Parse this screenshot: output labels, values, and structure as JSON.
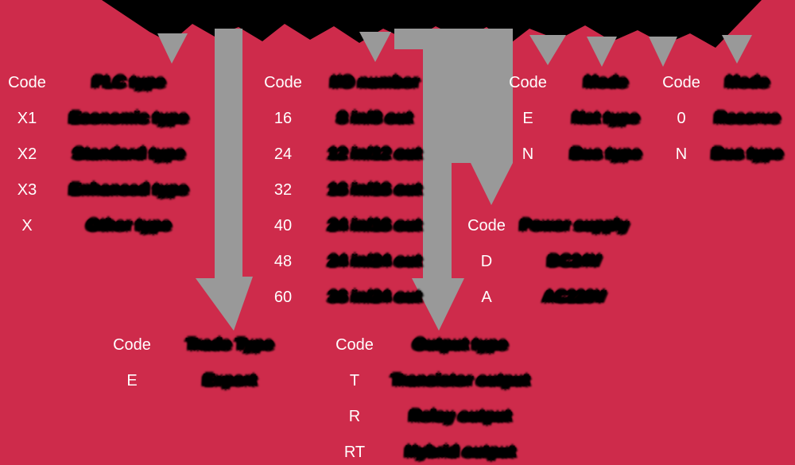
{
  "palette": {
    "background": "#CE2B4B",
    "arrow": "#999999",
    "label_text": "#FFFFFF",
    "description_text": "#000000"
  },
  "tables": {
    "series": {
      "code_header": "Code",
      "desc_header": "PLC type",
      "rows": [
        {
          "code": "X1",
          "desc": "Economic type"
        },
        {
          "code": "X2",
          "desc": "Standard type"
        },
        {
          "code": "X3",
          "desc": "Enhanced type"
        },
        {
          "code": "X",
          "desc": "Other type"
        }
      ]
    },
    "io": {
      "code_header": "Code",
      "desc_header": "I/O number",
      "rows": [
        {
          "code": "16",
          "desc": "8 in/8 out"
        },
        {
          "code": "24",
          "desc": "12 in/12 out"
        },
        {
          "code": "32",
          "desc": "16 in/16 out"
        },
        {
          "code": "40",
          "desc": "24 in/16 out"
        },
        {
          "code": "48",
          "desc": "24 in/24 out"
        },
        {
          "code": "60",
          "desc": "36 in/24 out"
        }
      ]
    },
    "mode_left": {
      "code_header": "Code",
      "desc_header": "Mode",
      "rows": [
        {
          "code": "E",
          "desc": "Net type"
        },
        {
          "code": "N",
          "desc": "Bus type"
        }
      ]
    },
    "mode_right": {
      "code_header": "Code",
      "desc_header": "Mode",
      "rows": [
        {
          "code": "0",
          "desc": "Reserve"
        },
        {
          "code": "N",
          "desc": "Bus type"
        }
      ]
    },
    "power": {
      "code_header": "Code",
      "desc_header": "Power supply",
      "rows": [
        {
          "code": "D",
          "desc": "DC24V"
        },
        {
          "code": "A",
          "desc": "AC220V"
        }
      ]
    },
    "trade": {
      "code_header": "Code",
      "desc_header": "Trade Type",
      "rows": [
        {
          "code": "E",
          "desc": "Export"
        }
      ]
    },
    "output": {
      "code_header": "Code",
      "desc_header": "Output type",
      "rows": [
        {
          "code": "T",
          "desc": "Transistor output"
        },
        {
          "code": "R",
          "desc": "Relay output"
        },
        {
          "code": "RT",
          "desc": "Hybrid output"
        }
      ]
    }
  }
}
